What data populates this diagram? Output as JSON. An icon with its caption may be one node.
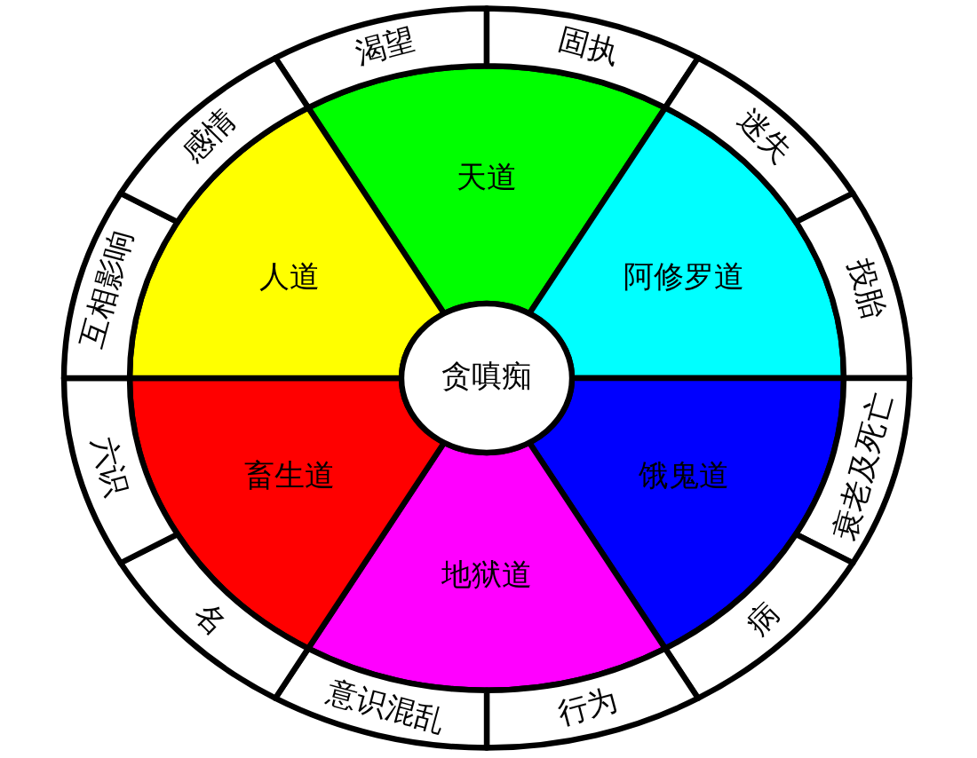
{
  "diagram": {
    "nodes": [
      {
        "text": [
          "贪嗔痴"
        ]
      },
      {
        "text": [
          "天道"
        ]
      },
      {
        "text": [
          "阿修罗道"
        ]
      },
      {
        "text": [
          "饿鬼道"
        ]
      },
      {
        "text": [
          "地狱道"
        ]
      },
      {
        "text": [
          "畜生道"
        ]
      },
      {
        "text": [
          "人道"
        ]
      },
      {
        "text": [
          "渴望"
        ]
      },
      {
        "text": [
          "固执"
        ]
      },
      {
        "text": [
          "迷失"
        ]
      },
      {
        "text": [
          "投胎"
        ]
      },
      {
        "text": [
          "衰老及死亡"
        ]
      },
      {
        "text": [
          "病"
        ]
      },
      {
        "text": [
          "行为"
        ]
      },
      {
        "text": [
          "意识混乱"
        ]
      },
      {
        "text": [
          "名"
        ]
      },
      {
        "text": [
          "六识"
        ]
      },
      {
        "text": [
          "互相影响"
        ]
      },
      {
        "text": [
          "感情"
        ]
      }
    ]
  }
}
